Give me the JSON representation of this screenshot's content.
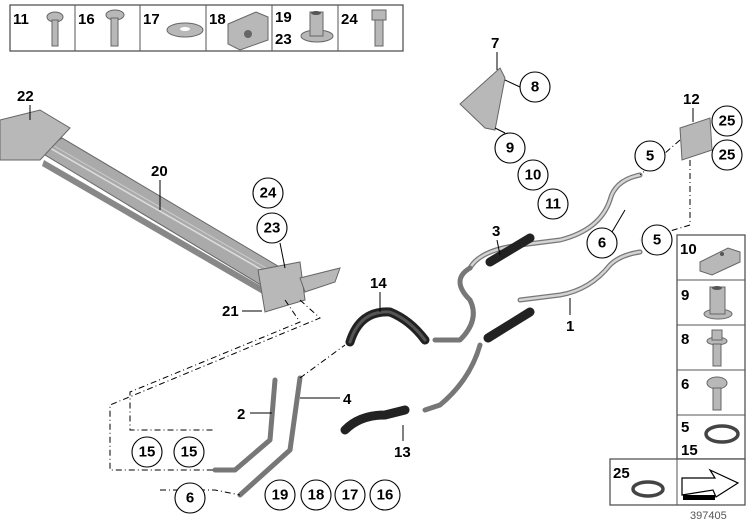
{
  "diagram_id": "397405",
  "top_strip": [
    {
      "labels": [
        "11"
      ],
      "part": "screw-icon"
    },
    {
      "labels": [
        "16"
      ],
      "part": "torx-screw-icon"
    },
    {
      "labels": [
        "17"
      ],
      "part": "washer-icon"
    },
    {
      "labels": [
        "18"
      ],
      "part": "pipe-clamp-icon"
    },
    {
      "labels": [
        "19",
        "23"
      ],
      "part": "collar-nut-icon"
    },
    {
      "labels": [
        "24"
      ],
      "part": "hex-bolt-icon"
    }
  ],
  "side_strip": [
    {
      "labels": [
        "10"
      ],
      "part": "pipe-clamp-icon"
    },
    {
      "labels": [
        "9"
      ],
      "part": "collar-nut-icon"
    },
    {
      "labels": [
        "8"
      ],
      "part": "hex-bolt-icon"
    },
    {
      "labels": [
        "6"
      ],
      "part": "torx-screw-icon"
    },
    {
      "labels": [
        "5",
        "15"
      ],
      "part": "o-ring-icon"
    }
  ],
  "bottom_strip": [
    {
      "labels": [
        "25"
      ],
      "part": "o-ring-icon"
    },
    {
      "labels": [],
      "part": "direction-arrow-icon"
    }
  ],
  "callouts_circled": [
    "8",
    "9",
    "10",
    "11",
    "24",
    "23",
    "25",
    "25",
    "5",
    "6",
    "5",
    "15",
    "15",
    "6",
    "19",
    "18",
    "17",
    "16"
  ],
  "callouts_plain": [
    "7",
    "12",
    "22",
    "20",
    "3",
    "14",
    "21",
    "1",
    "4",
    "2",
    "13"
  ]
}
